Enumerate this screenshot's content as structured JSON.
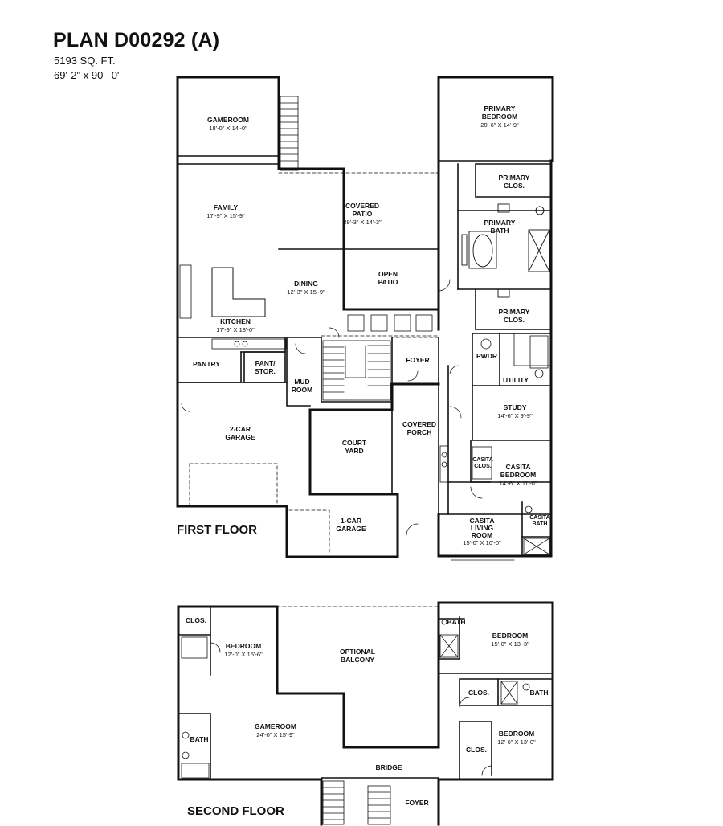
{
  "header": {
    "title": "PLAN D00292 (A)",
    "sqft": "5193 SQ. FT.",
    "dimensions": "69'-2\" x 90'- 0\""
  },
  "floors": {
    "first_label": "FIRST FLOOR",
    "second_label": "SECOND FLOOR"
  },
  "first_floor_rooms": [
    {
      "id": "gameroom-1",
      "name": "GAMEROOM",
      "dims": "18'-0\" X 14'-0\""
    },
    {
      "id": "primary-bedroom",
      "name": "PRIMARY",
      "name2": "BEDROOM",
      "dims": "20'-6\" X 14'-9\""
    },
    {
      "id": "primary-clos-1",
      "name": "PRIMARY",
      "name2": "CLOS."
    },
    {
      "id": "family",
      "name": "FAMILY",
      "dims": "17'-9\" X 15'-9\""
    },
    {
      "id": "covered-patio",
      "name": "COVERED",
      "name2": "PATIO",
      "dims": "29'-3\" X 14'-3\""
    },
    {
      "id": "primary-bath",
      "name": "PRIMARY",
      "name2": "BATH"
    },
    {
      "id": "open-patio",
      "name": "OPEN",
      "name2": "PATIO"
    },
    {
      "id": "dining",
      "name": "DINING",
      "dims": "12'-3\" X 15'-9\""
    },
    {
      "id": "primary-clos-2",
      "name": "PRIMARY",
      "name2": "CLOS."
    },
    {
      "id": "kitchen",
      "name": "KITCHEN",
      "dims": "17'-9\" X 18'-0\""
    },
    {
      "id": "pwdr",
      "name": "PWDR"
    },
    {
      "id": "pantry",
      "name": "PANTRY"
    },
    {
      "id": "pant-stor",
      "name": "PANT/",
      "name2": "STOR."
    },
    {
      "id": "mud-room",
      "name": "MUD",
      "name2": "ROOM"
    },
    {
      "id": "foyer-1",
      "name": "FOYER"
    },
    {
      "id": "utility",
      "name": "UTILITY"
    },
    {
      "id": "study",
      "name": "STUDY",
      "dims": "14'-6\" X 9'-9\""
    },
    {
      "id": "garage-2",
      "name": "2-CAR",
      "name2": "GARAGE"
    },
    {
      "id": "court-yard",
      "name": "COURT",
      "name2": "YARD"
    },
    {
      "id": "covered-porch",
      "name": "COVERED",
      "name2": "PORCH"
    },
    {
      "id": "casita-clos",
      "name": "CASITA",
      "name2": "CLOS."
    },
    {
      "id": "casita-bedroom",
      "name": "CASITA",
      "name2": "BEDROOM",
      "dims": "14'-6\" X 11'-0\""
    },
    {
      "id": "garage-1",
      "name": "1-CAR",
      "name2": "GARAGE"
    },
    {
      "id": "casita-bath",
      "name": "CASITA",
      "name2": "BATH"
    },
    {
      "id": "casita-living",
      "name": "CASITA",
      "name2": "LIVING",
      "name3": "ROOM",
      "dims": "15'-0\" X 10'-0\""
    }
  ],
  "second_floor_rooms": [
    {
      "id": "clos-2a",
      "name": "CLOS."
    },
    {
      "id": "bedroom-2a",
      "name": "BEDROOM",
      "dims": "12'-0\" X 15'-6\""
    },
    {
      "id": "optional-balcony",
      "name": "OPTIONAL",
      "name2": "BALCONY"
    },
    {
      "id": "bath-2a",
      "name": "BATH"
    },
    {
      "id": "bedroom-2b",
      "name": "BEDROOM",
      "dims": "15'-0\" X 13'-3\""
    },
    {
      "id": "clos-2b",
      "name": "CLOS."
    },
    {
      "id": "bath-2b",
      "name": "BATH"
    },
    {
      "id": "bath-2c",
      "name": "BATH"
    },
    {
      "id": "gameroom-2",
      "name": "GAMEROOM",
      "dims": "24'-0\" X 15'-9\""
    },
    {
      "id": "bedroom-2c",
      "name": "BEDROOM",
      "dims": "12'-6\" X 13'-0\""
    },
    {
      "id": "clos-2c",
      "name": "CLOS."
    },
    {
      "id": "bridge",
      "name": "BRIDGE"
    },
    {
      "id": "foyer-2",
      "name": "FOYER"
    }
  ]
}
